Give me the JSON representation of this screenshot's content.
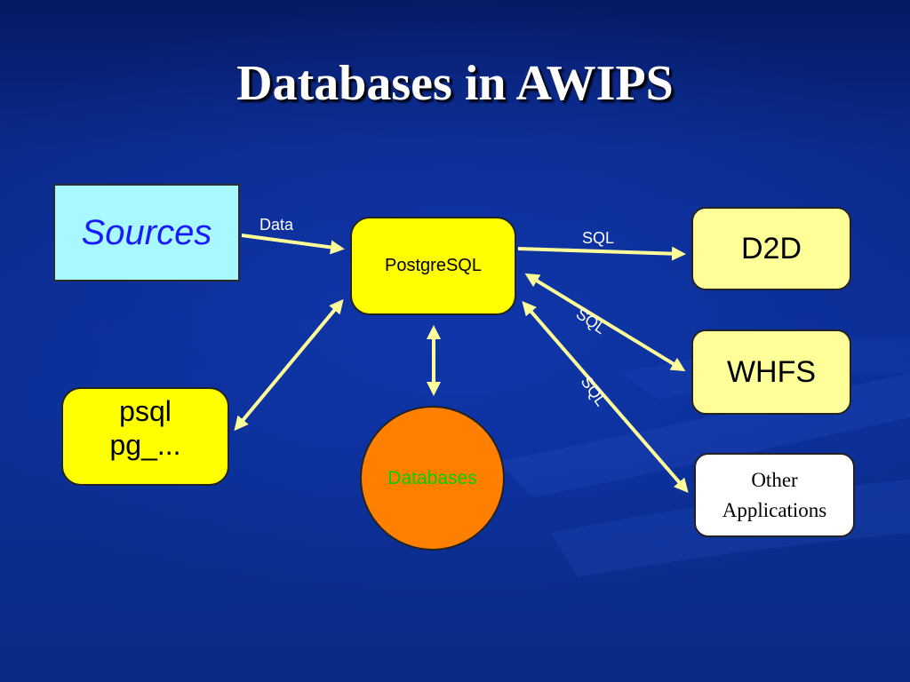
{
  "title": "Databases in AWIPS",
  "nodes": {
    "sources": "Sources",
    "postgres": "PostgreSQL",
    "d2d": "D2D",
    "whfs": "WHFS",
    "other_line1": "Other",
    "other_line2": "Applications",
    "psql_line1": "psql",
    "psql_line2": "pg_...",
    "databases": "Databases"
  },
  "edge_labels": {
    "data": "Data",
    "sql_d2d": "SQL",
    "sql_whfs": "SQL",
    "sql_other": "SQL"
  },
  "colors": {
    "background": "#0b2c8c",
    "arrow": "#ffff99",
    "sources_fill": "#a8f8ff",
    "postgres_fill": "#ffff00",
    "client_fill": "#ffff99",
    "database_fill": "#ff8000",
    "database_text": "#00d000"
  }
}
